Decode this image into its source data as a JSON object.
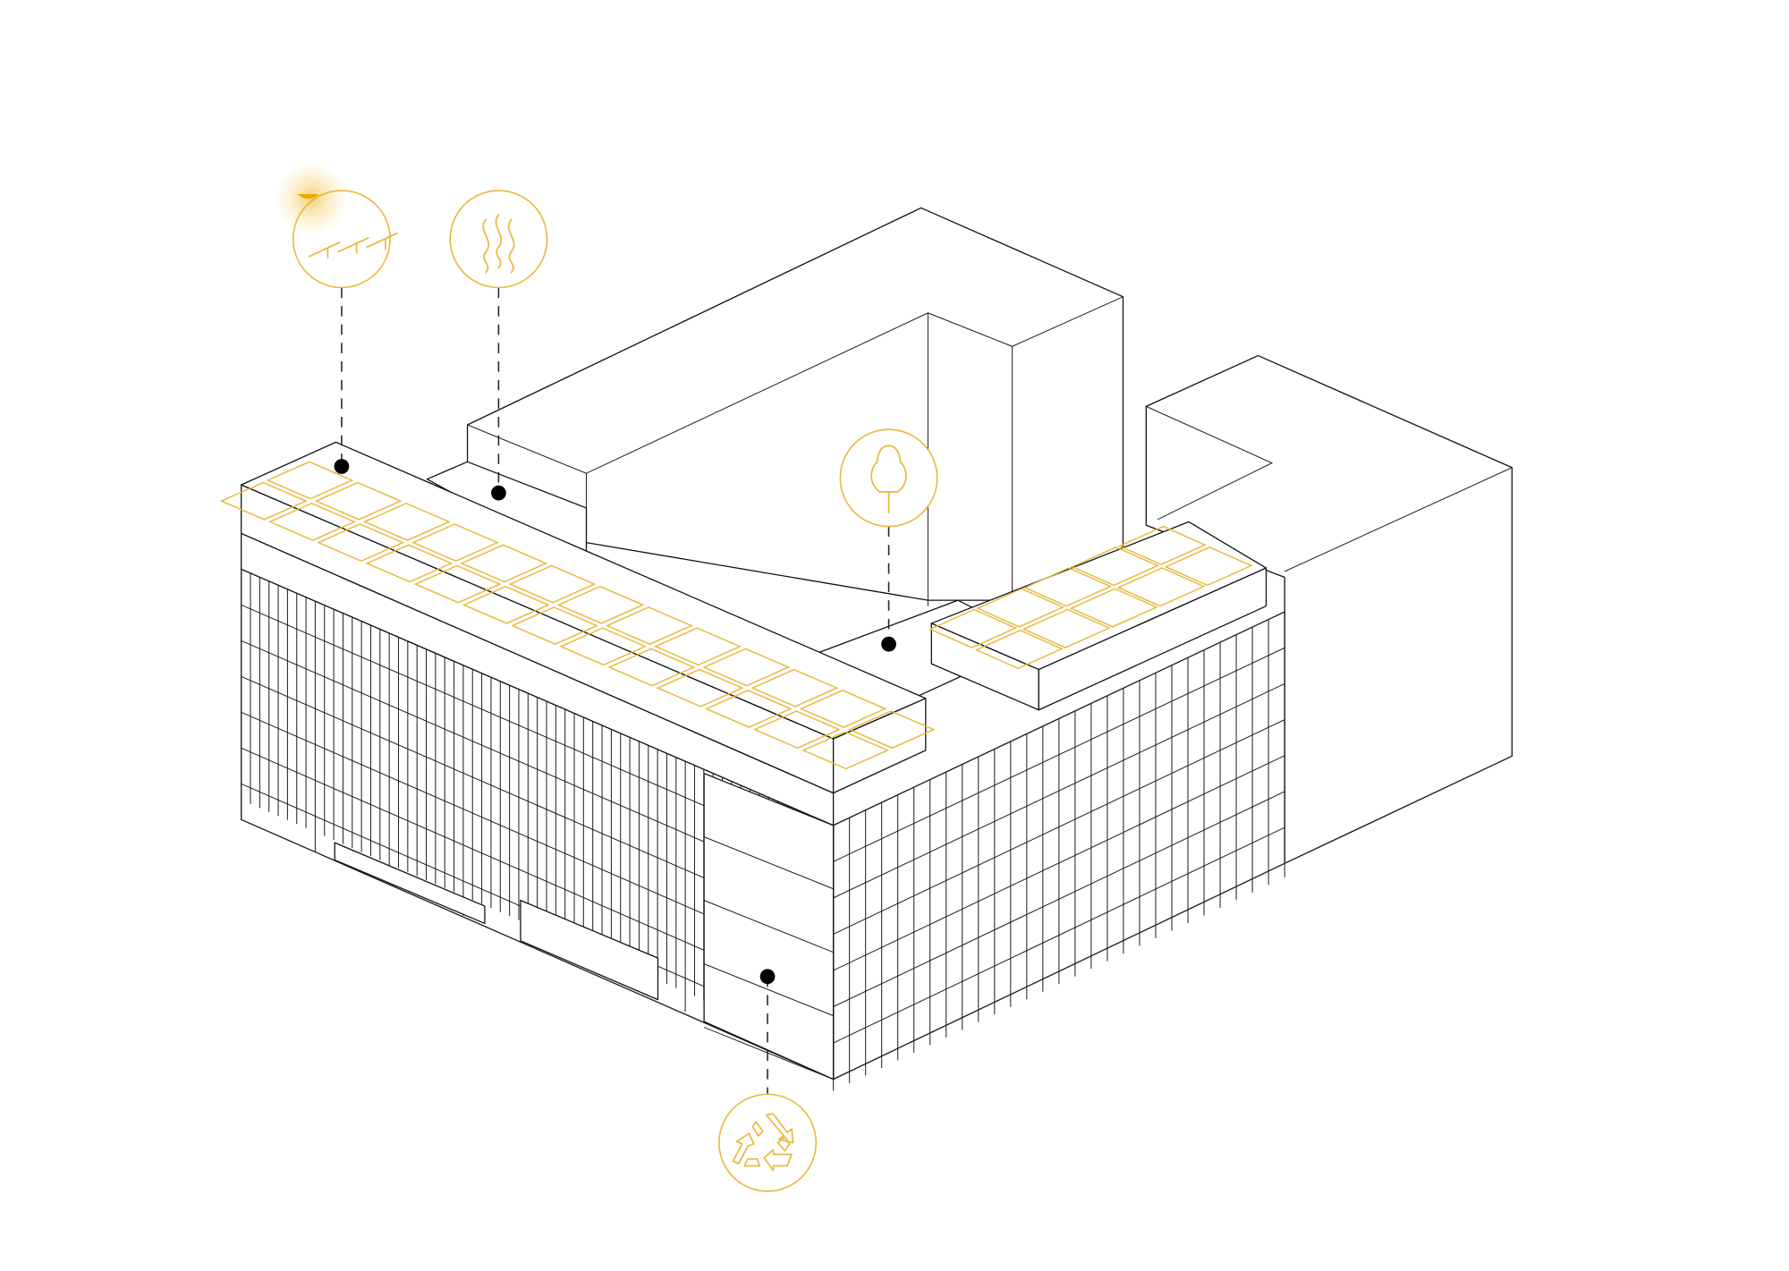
{
  "diagram": {
    "accent_color": "#e8b738",
    "line_color": "#111111",
    "markers": [
      {
        "id": "solar",
        "icon": "solar-panel-icon"
      },
      {
        "id": "heat",
        "icon": "heat-waves-icon"
      },
      {
        "id": "greenery",
        "icon": "tree-icon"
      },
      {
        "id": "recycling",
        "icon": "recycle-icon"
      }
    ]
  }
}
